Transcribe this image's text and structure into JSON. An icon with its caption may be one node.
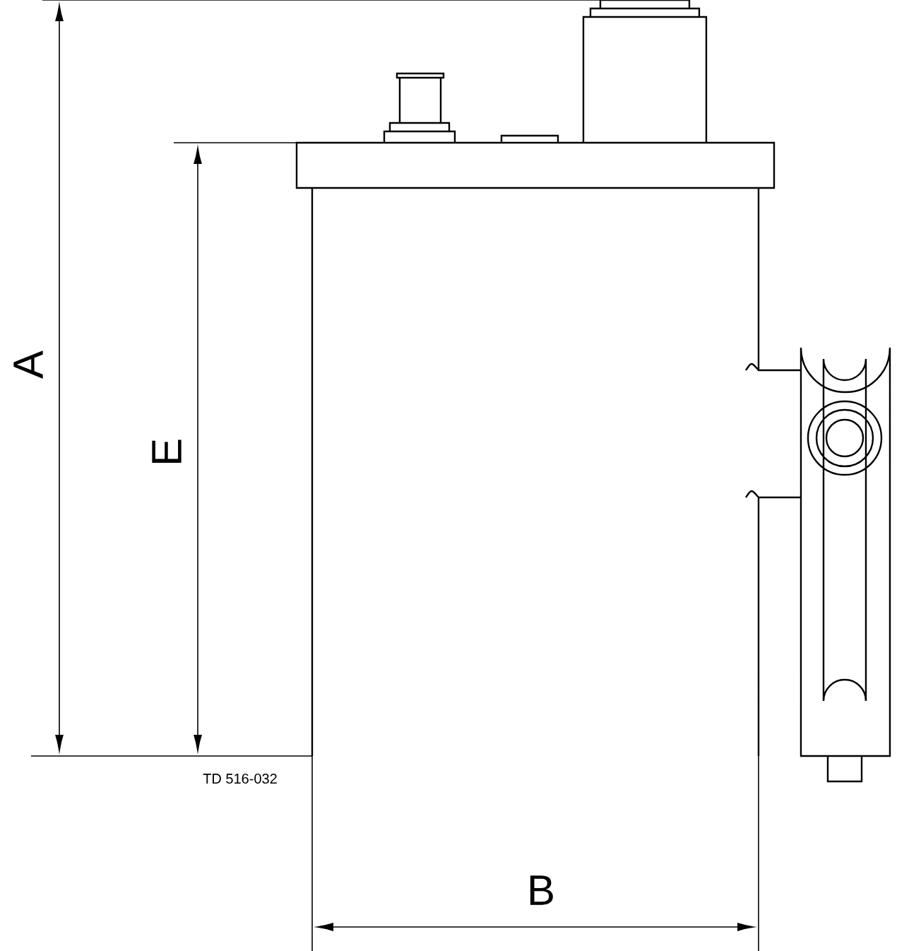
{
  "diagram": {
    "labels": [
      "A",
      "E",
      "TD 516-032",
      "B"
    ]
  }
}
